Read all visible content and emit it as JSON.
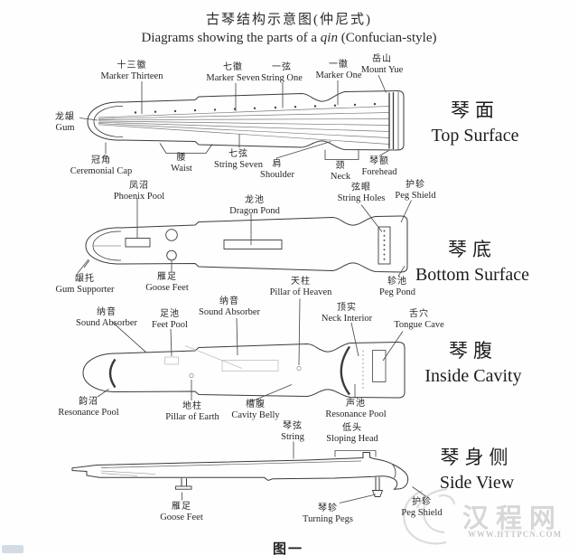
{
  "title": {
    "zh": "古琴结构示意图(仲尼式)",
    "en_pre": "Diagrams showing the parts of a ",
    "en_italic": "qin",
    "en_post": " (Confucian-style)"
  },
  "figure_caption": "图一",
  "watermark": {
    "logo": "汉程网",
    "url": "WWW.HTTPCN.COM"
  },
  "colors": {
    "line": "#3a3a3a",
    "watermark_gray": "#d7d7d7",
    "artifact_blue": "#b5c3d6"
  },
  "views": [
    {
      "zh": "琴面",
      "en": "Top Surface"
    },
    {
      "zh": "琴底",
      "en": "Bottom Surface"
    },
    {
      "zh": "琴腹",
      "en": "Inside Cavity"
    },
    {
      "zh": "琴身侧",
      "en": "Side View"
    }
  ],
  "top_surface": {
    "labels": [
      {
        "zh": "十三徽",
        "en": "Marker Thirteen"
      },
      {
        "zh": "七徽",
        "en": "Marker Seven"
      },
      {
        "zh": "一弦",
        "en": "String One"
      },
      {
        "zh": "一徽",
        "en": "Marker One"
      },
      {
        "zh": "岳山",
        "en": "Mount Yue"
      },
      {
        "zh": "龙龈",
        "en": "Gum"
      },
      {
        "zh": "冠角",
        "en": "Ceremonial Cap"
      },
      {
        "zh": "腰",
        "en": "Waist"
      },
      {
        "zh": "七弦",
        "en": "String Seven"
      },
      {
        "zh": "肩",
        "en": "Shoulder"
      },
      {
        "zh": "颈",
        "en": "Neck"
      },
      {
        "zh": "琴额",
        "en": "Forehead"
      }
    ]
  },
  "bottom_surface": {
    "labels": [
      {
        "zh": "凤沼",
        "en": "Phoenix Pool"
      },
      {
        "zh": "龙池",
        "en": "Dragon Pond"
      },
      {
        "zh": "弦眼",
        "en": "String Holes"
      },
      {
        "zh": "护轸",
        "en": "Peg Shield"
      },
      {
        "zh": "龈托",
        "en": "Gum Supporter"
      },
      {
        "zh": "雁足",
        "en": "Goose Feet"
      },
      {
        "zh": "轸池",
        "en": "Peg Pond"
      }
    ]
  },
  "inside_cavity": {
    "labels": [
      {
        "zh": "纳音",
        "en": "Sound Absorber"
      },
      {
        "zh": "足池",
        "en": "Feet Pool"
      },
      {
        "zh": "纳音",
        "en": "Sound Absorber"
      },
      {
        "zh": "天柱",
        "en": "Pillar of Heaven"
      },
      {
        "zh": "顶实",
        "en": "Neck Interior"
      },
      {
        "zh": "舌穴",
        "en": "Tongue Cave"
      },
      {
        "zh": "韵沼",
        "en": "Resonance Pool"
      },
      {
        "zh": "地柱",
        "en": "Pillar of Earth"
      },
      {
        "zh": "槽腹",
        "en": "Cavity Belly"
      },
      {
        "zh": "声池",
        "en": "Resonance Pool"
      }
    ]
  },
  "side_view": {
    "labels": [
      {
        "zh": "琴弦",
        "en": "String"
      },
      {
        "zh": "低头",
        "en": "Sloping Head"
      },
      {
        "zh": "雁足",
        "en": "Goose Feet"
      },
      {
        "zh": "琴轸",
        "en": "Turning Pegs"
      },
      {
        "zh": "护轸",
        "en": "Peg Shield"
      }
    ]
  }
}
